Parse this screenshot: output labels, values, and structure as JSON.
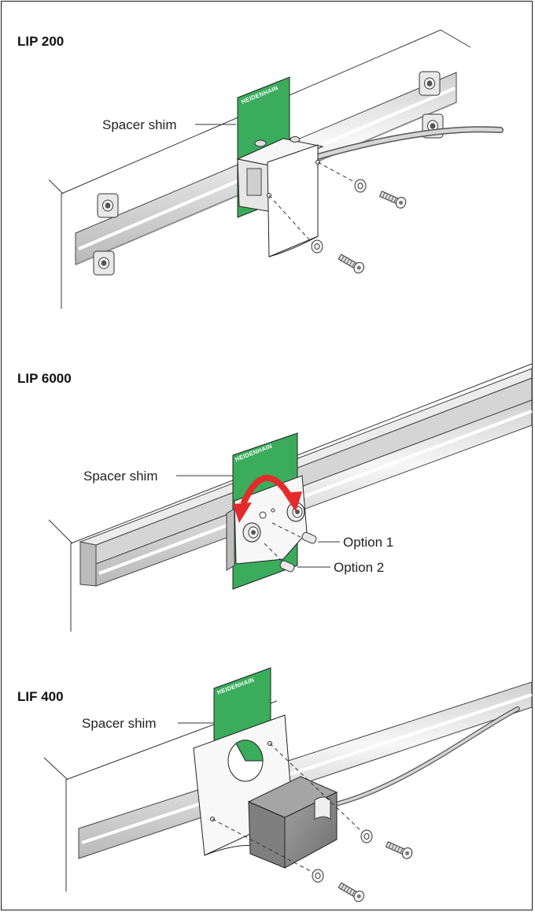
{
  "sections": [
    {
      "title": "LIP 200",
      "shim_label": "Spacer shim",
      "brand": "HEIDENHAIN"
    },
    {
      "title": "LIP 6000",
      "shim_label": "Spacer shim",
      "brand": "HEIDENHAIN",
      "options": [
        "Option 1",
        "Option 2"
      ]
    },
    {
      "title": "LIF 400",
      "shim_label": "Spacer shim",
      "brand": "HEIDENHAIN"
    }
  ],
  "colors": {
    "shim_green": "#3aac5c",
    "rotate_arrow": "#e32b2b",
    "rail_light": "#eeeeee",
    "rail_shadow": "#c4c4c4",
    "block_gray": "#8a8a8a"
  }
}
